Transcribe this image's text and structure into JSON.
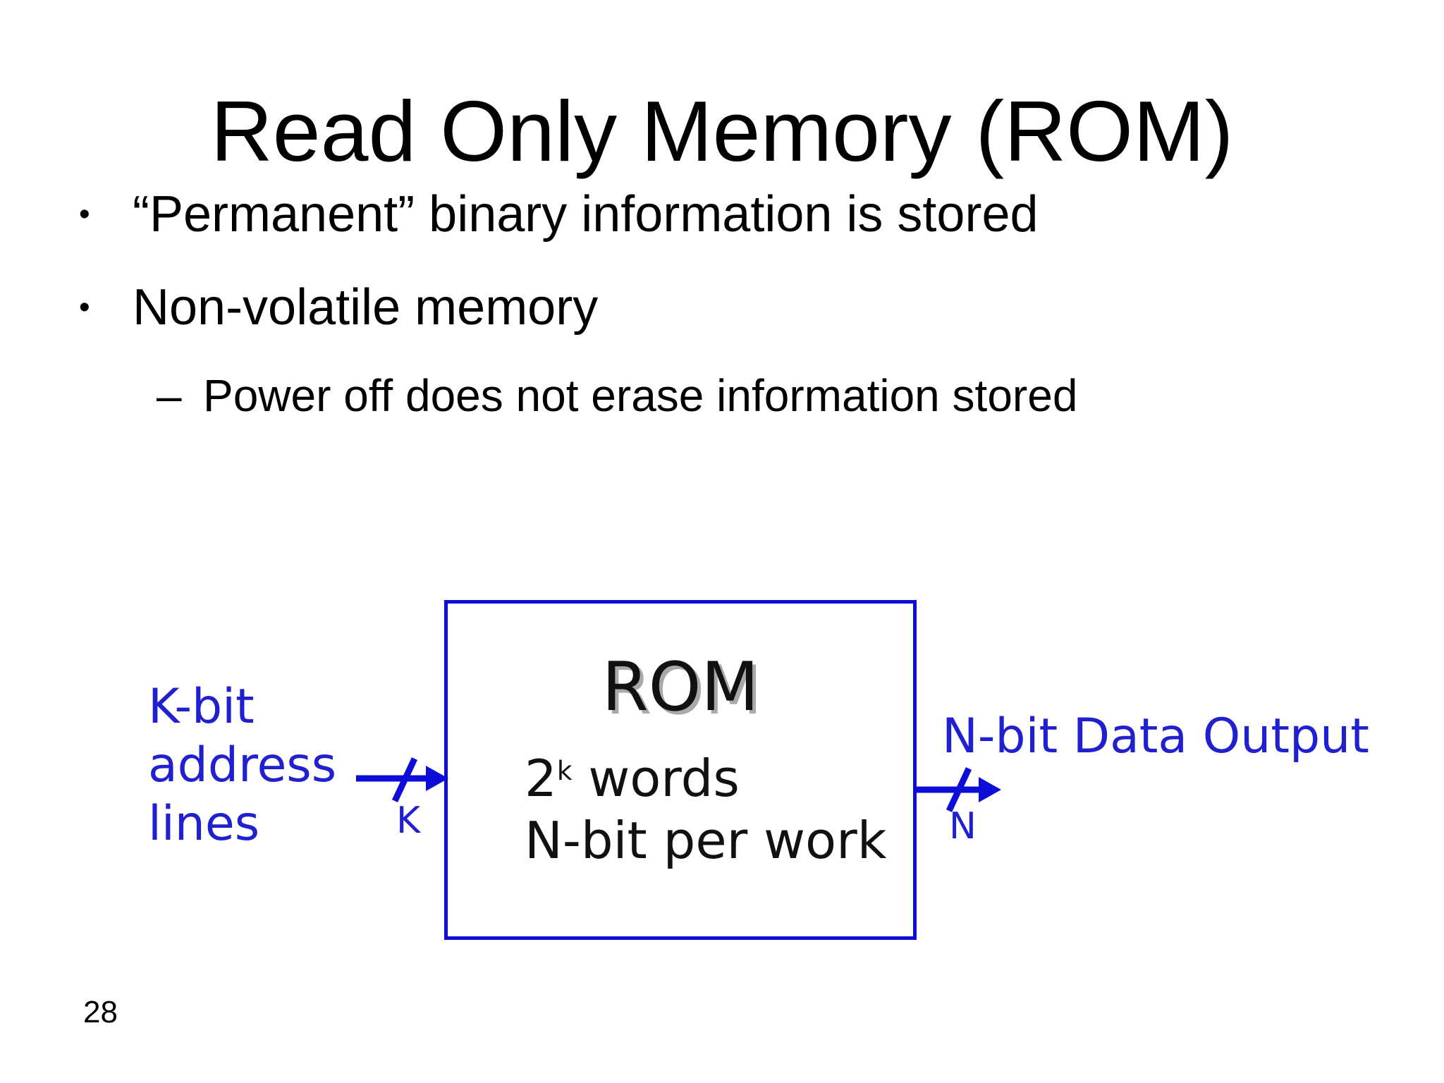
{
  "slide": {
    "title": "Read Only Memory (ROM)",
    "bullets": [
      {
        "marker": "•",
        "text": "“Permanent” binary information is stored"
      },
      {
        "marker": "•",
        "text": "Non-volatile memory"
      },
      {
        "marker": "–",
        "text": "Power off does not erase information stored"
      }
    ],
    "page_number": "28"
  },
  "diagram": {
    "box_title": "ROM",
    "capacity_base": "2",
    "capacity_exponent": "k",
    "capacity_rest": " words",
    "word_size_line": "N-bit per work",
    "left_label_line1": "K-bit",
    "left_label_line2": "address",
    "left_label_line3": "lines",
    "left_bus_width": "K",
    "right_label": "N-bit Data Output",
    "right_bus_width": "N",
    "colors": {
      "label_blue": "#2020d0",
      "shape_blue": "#0d0dd8",
      "rom_shadow": "#a9a9a9"
    }
  }
}
